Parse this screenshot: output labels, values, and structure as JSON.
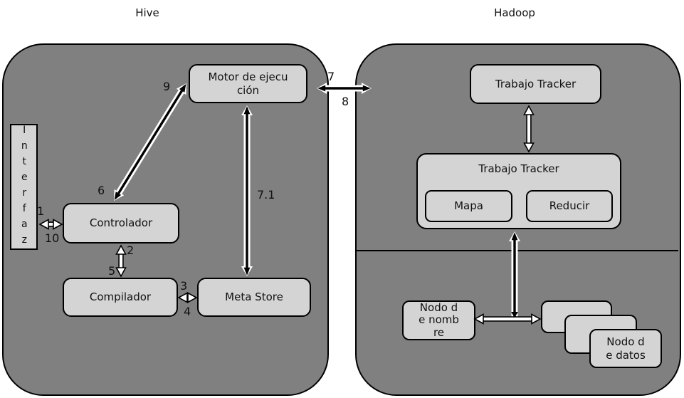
{
  "titles": {
    "hive": "Hive",
    "hadoop": "Hadoop"
  },
  "hive": {
    "interfaz": "Interfaz",
    "motor": "Motor de ejecución",
    "controlador": "Controlador",
    "compilador": "Compilador",
    "meta_store": "Meta Store"
  },
  "hadoop": {
    "job_tracker": "Trabajo Tracker",
    "task_tracker": "Trabajo Tracker",
    "mapa": "Mapa",
    "reducir": "Reducir",
    "name_node": "Nodo de nombre",
    "data_node": "Nodo de datos"
  },
  "arrow_labels": {
    "n1": "1",
    "n2": "2",
    "n3": "3",
    "n4": "4",
    "n5": "5",
    "n6": "6",
    "n7": "7",
    "n8": "8",
    "n9": "9",
    "n10": "10",
    "n7_1": "7.1"
  },
  "colors": {
    "background": "#ffffff",
    "container": "#808080",
    "box": "#d4d4d4",
    "border": "#000000",
    "text": "#111111",
    "arrow_white": "#ffffff",
    "arrow_black": "#000000"
  }
}
